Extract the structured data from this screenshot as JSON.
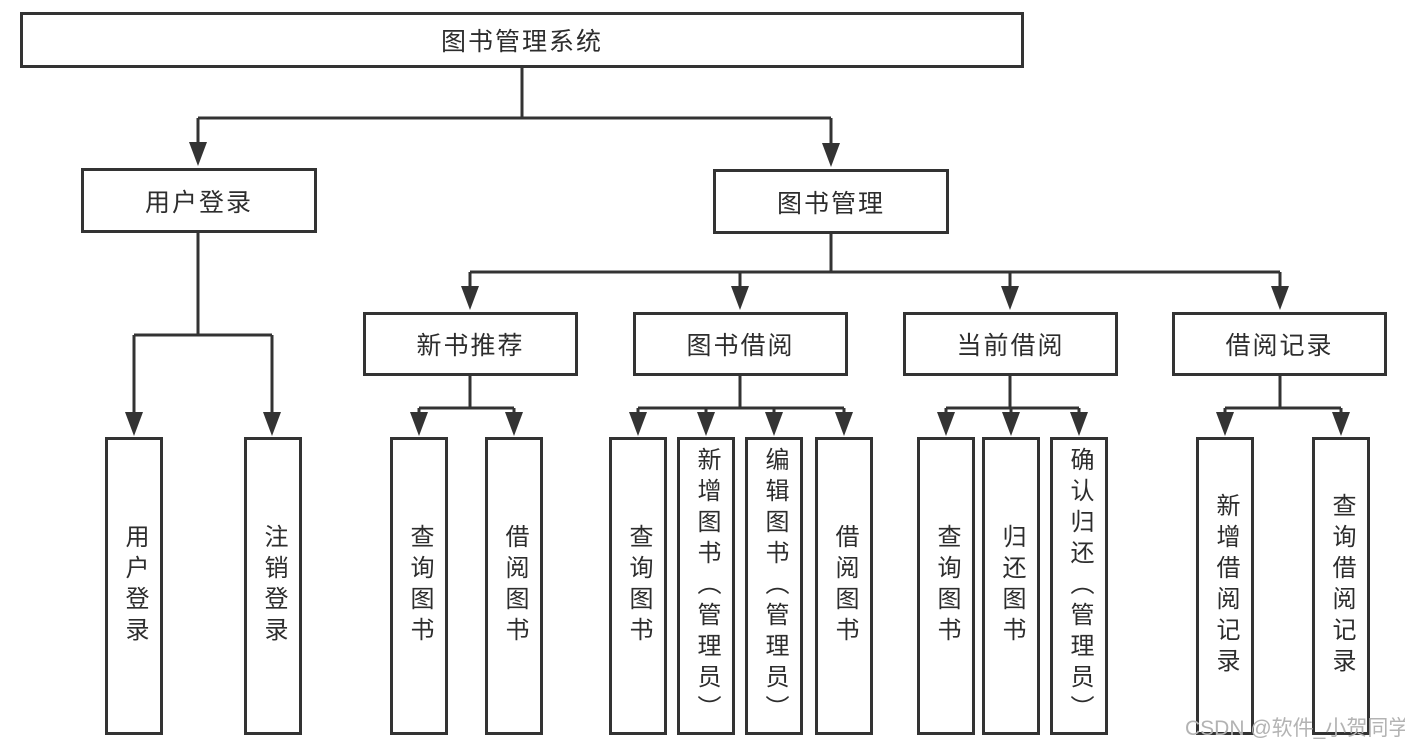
{
  "diagram": {
    "root": {
      "label": "图书管理系统"
    },
    "branches": [
      {
        "label": "用户登录",
        "leaves": [
          {
            "label": "用户登录"
          },
          {
            "label": "注销登录"
          }
        ]
      },
      {
        "label": "图书管理",
        "groups": [
          {
            "label": "新书推荐",
            "leaves": [
              {
                "label": "查询图书"
              },
              {
                "label": "借阅图书"
              }
            ]
          },
          {
            "label": "图书借阅",
            "leaves": [
              {
                "label": "查询图书"
              },
              {
                "label": "新增图书（管理员）"
              },
              {
                "label": "编辑图书（管理员）"
              },
              {
                "label": "借阅图书"
              }
            ]
          },
          {
            "label": "当前借阅",
            "leaves": [
              {
                "label": "查询图书"
              },
              {
                "label": "归还图书"
              },
              {
                "label": "确认归还（管理员）"
              }
            ]
          },
          {
            "label": "借阅记录",
            "leaves": [
              {
                "label": "新增借阅记录"
              },
              {
                "label": "查询借阅记录"
              }
            ]
          }
        ]
      }
    ]
  },
  "watermark": "CSDN @软件_小贺同学"
}
